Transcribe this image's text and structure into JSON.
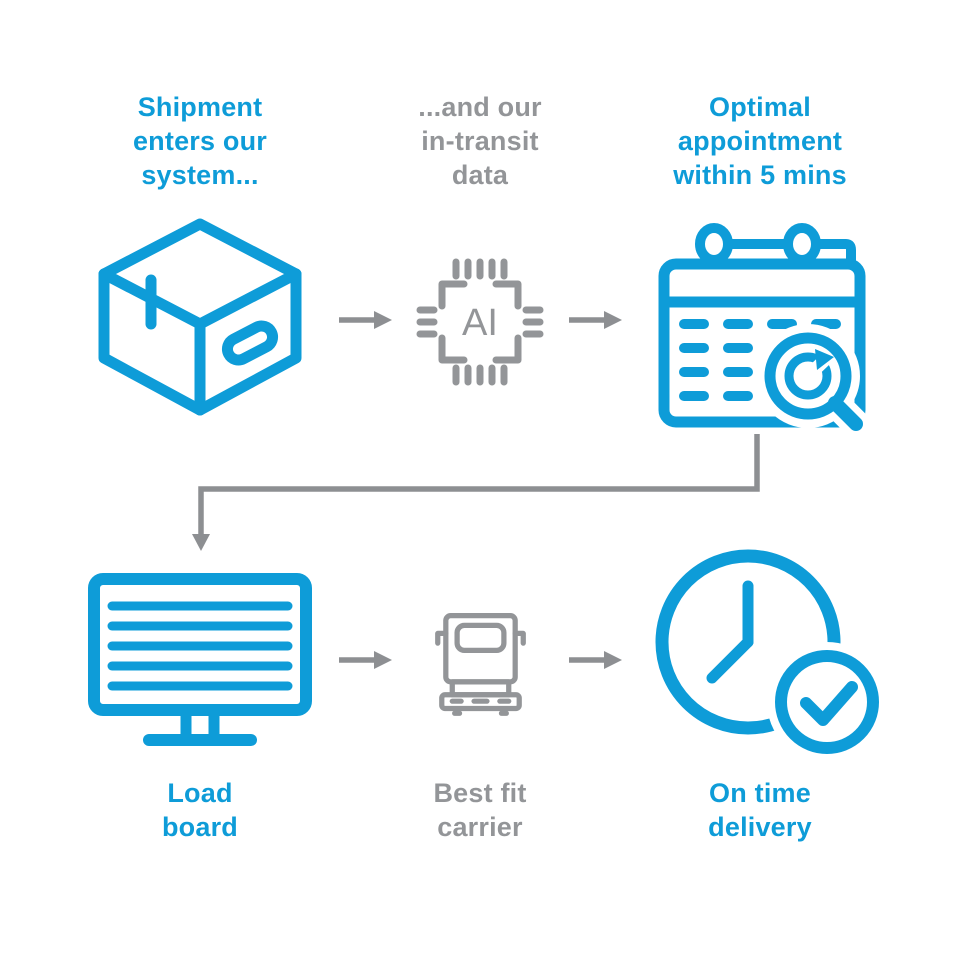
{
  "colors": {
    "blue": "#0e9cd8",
    "gray": "#939598",
    "arrow_gray": "#8d8f92",
    "background": "#ffffff"
  },
  "steps": [
    {
      "id": "shipment",
      "label": "Shipment\nenters our\nsystem...",
      "color": "blue",
      "icon": "package-icon"
    },
    {
      "id": "in-transit-data",
      "label": "...and our\nin-transit\ndata",
      "color": "gray",
      "icon": "ai-chip-icon",
      "chip_text": "AI"
    },
    {
      "id": "optimal-appointment",
      "label": "Optimal\nappointment\nwithin 5 mins",
      "color": "blue",
      "icon": "calendar-search-icon"
    },
    {
      "id": "load-board",
      "label": "Load\nboard",
      "color": "blue",
      "icon": "load-board-monitor-icon"
    },
    {
      "id": "best-fit-carrier",
      "label": "Best fit\ncarrier",
      "color": "gray",
      "icon": "truck-icon"
    },
    {
      "id": "on-time-delivery",
      "label": "On time\ndelivery",
      "color": "blue",
      "icon": "clock-check-icon"
    }
  ]
}
